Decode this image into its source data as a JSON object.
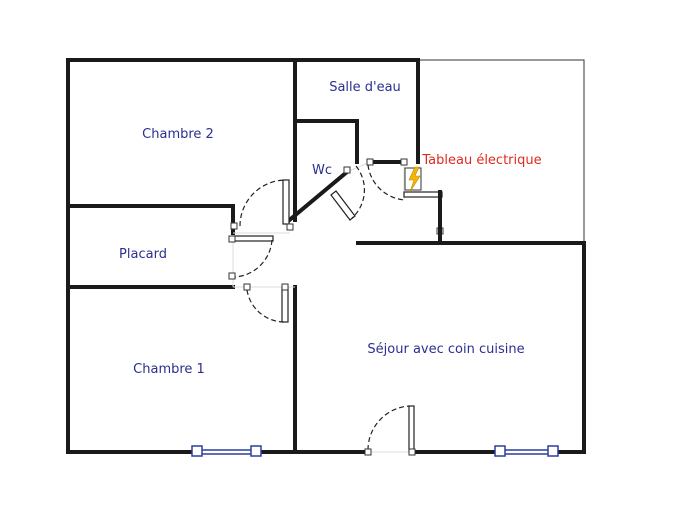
{
  "rooms": {
    "chambre2": "Chambre 2",
    "salle_eau": "Salle d'eau",
    "wc": "Wc",
    "placard": "Placard",
    "chambre1": "Chambre 1",
    "sejour": "Séjour avec coin cuisine",
    "tableau": "Tableau électrique"
  },
  "colors": {
    "wall": "#1a1a1a",
    "label": "#2b2f8f",
    "tableau_label": "#e02a1f",
    "window": "#2a3f9e",
    "electric_icon": "#f2b705"
  },
  "icons": {
    "electric_panel": "lightning-bolt"
  }
}
